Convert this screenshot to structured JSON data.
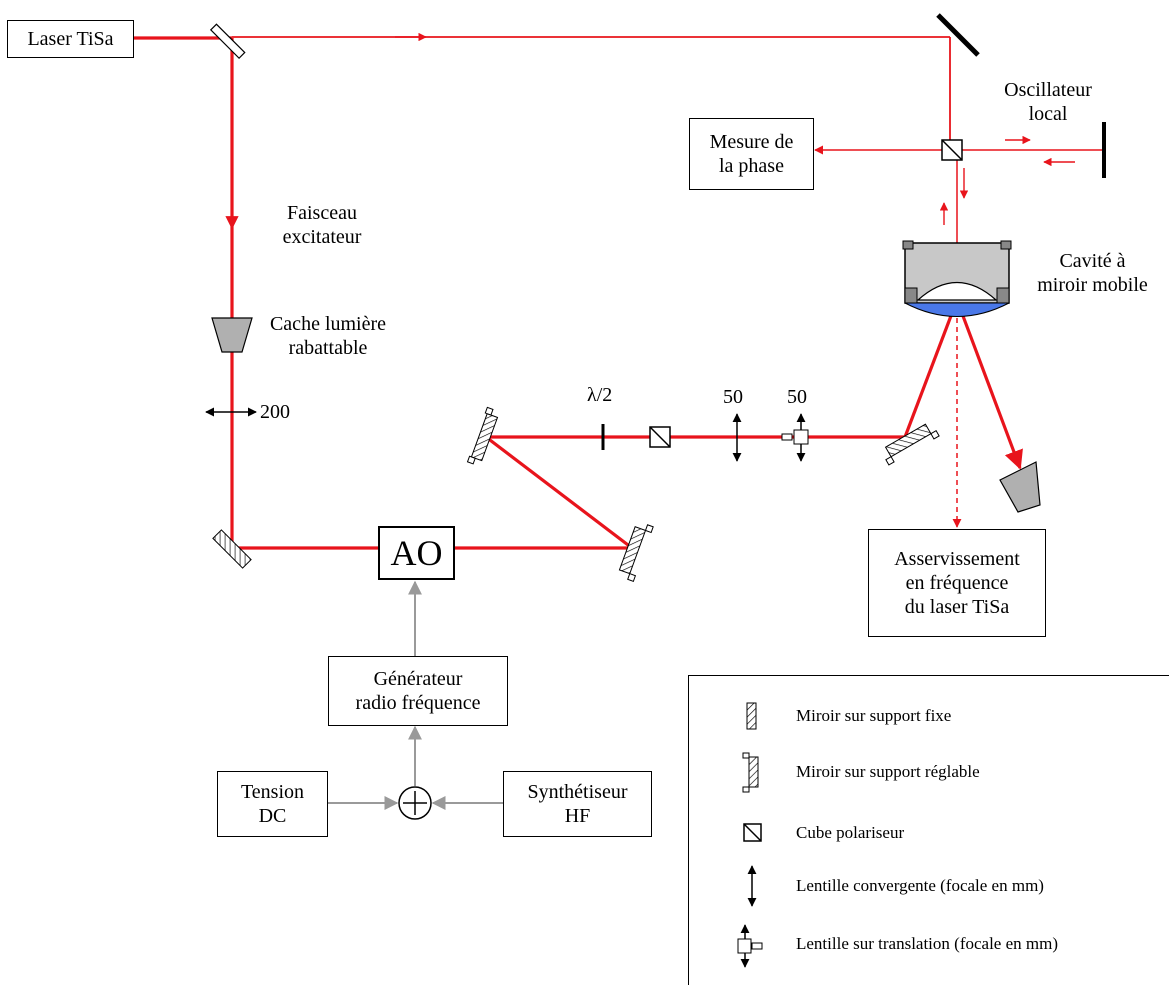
{
  "colors": {
    "laser": "#e8141c",
    "electronics": "#9a9a9a",
    "cavity_body": "#c8c8c8",
    "cavity_mirror": "#4a78e8"
  },
  "boxes": {
    "laser": "Laser TiSa",
    "phase": [
      "Mesure de",
      "la phase"
    ],
    "ao": "AO",
    "generator": [
      "Générateur",
      "radio fréquence"
    ],
    "tension": [
      "Tension",
      "DC"
    ],
    "synth": [
      "Synthétiseur",
      "HF"
    ],
    "servo": [
      "Asservissement",
      "en fréquence",
      "du laser TiSa"
    ]
  },
  "labels": {
    "local_osc": [
      "Oscillateur",
      "local"
    ],
    "excit_beam": [
      "Faisceau",
      "excitateur"
    ],
    "shutter": [
      "Cache lumière",
      "rabattable"
    ],
    "cavity": [
      "Cavité à",
      "miroir mobile"
    ],
    "lens_200": "200",
    "half_wave": "λ/2",
    "lens_50a": "50",
    "lens_50b": "50"
  },
  "legend": {
    "fixed_mirror": "Miroir sur support fixe",
    "adjustable_mirror": "Miroir sur support réglable",
    "polarizing_cube": "Cube polariseur",
    "converging_lens": "Lentille convergente (focale en mm)",
    "translation_lens": "Lentille sur translation (focale en mm)"
  }
}
